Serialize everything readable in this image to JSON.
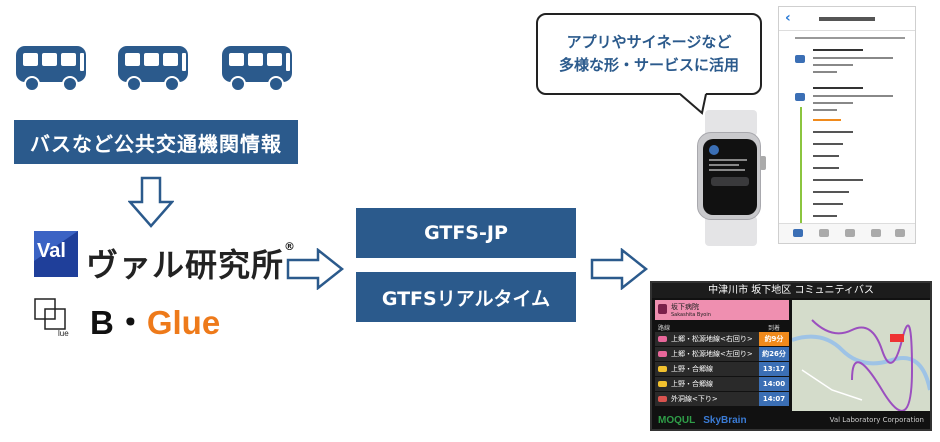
{
  "source": {
    "label": "バスなど公共交通機関情報",
    "bus_icons": [
      "bus-icon",
      "bus-icon",
      "bus-icon"
    ]
  },
  "providers": {
    "val_logo_letters": "Val",
    "val_name": "ヴァル研究所",
    "val_registered": "®",
    "bglue_mark_text": "lue",
    "bglue_b": "B・",
    "bglue_glue": "Glue"
  },
  "formats": {
    "gtfs_jp": "GTFS-JP",
    "gtfs_rt": "GTFSリアルタイム"
  },
  "callout": {
    "line1": "アプリやサイネージなど",
    "line2": "多様な形・サービスに活用"
  },
  "signage": {
    "title": "中津川市 坂下地区 コミュニティバス",
    "stop_name": "坂下病院",
    "stop_subname": "Sakashita Byoin",
    "header_route": "路線",
    "header_time": "到着",
    "rows": [
      {
        "route": "上郷・松源地線<右回り>",
        "time": "約9分",
        "color": "#e8679a",
        "badge_color": "#f08a1c"
      },
      {
        "route": "上郷・松源地線<左回り>",
        "time": "約26分",
        "color": "#e8679a",
        "badge_color": "#3b6fb5"
      },
      {
        "route": "上野・合郷線",
        "time": "13:17",
        "color": "#f2c12e",
        "badge_color": "#3b6fb5"
      },
      {
        "route": "上野・合郷線",
        "time": "14:00",
        "color": "#f2c12e",
        "badge_color": "#3b6fb5"
      },
      {
        "route": "外洞線<下り>",
        "time": "14:07",
        "color": "#d9534f",
        "badge_color": "#3b6fb5"
      }
    ],
    "footer_moqul": "MOQUL",
    "footer_skybrain": "SkyBrain",
    "footer_corp": "Val Laboratory Corporation"
  },
  "colors": {
    "brand_blue": "#2b5a8c",
    "glue_orange": "#ee7a1a"
  }
}
